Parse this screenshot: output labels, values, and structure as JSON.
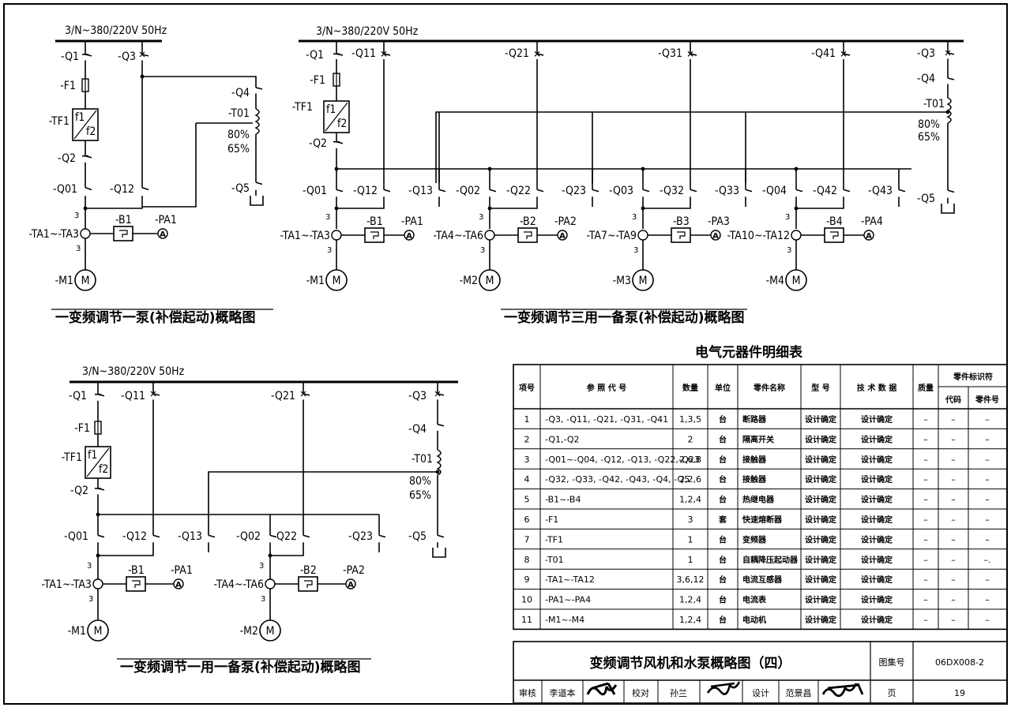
{
  "diagram1": {
    "supply": "3/N~380/220V 50Hz",
    "caption": "一变频调节一泵(补偿起动)概略图",
    "labels": {
      "q1": "-Q1",
      "q3": "-Q3",
      "f1": "-F1",
      "tf1": "-TF1",
      "f1box": "f1",
      "f2box": "f2",
      "q2": "-Q2",
      "q4": "-Q4",
      "t01": "-T01",
      "p80": "80%",
      "p65": "65%",
      "q5": "-Q5",
      "q01": "-Q01",
      "q12": "-Q12",
      "b1": "-B1",
      "pa1": "-PA1",
      "ta": "-TA1~-TA3",
      "m1": "-M1",
      "m": "M",
      "a": "A",
      "three": "3"
    }
  },
  "diagram2": {
    "supply": "3/N~380/220V 50Hz",
    "caption": "一变频调节三用一备泵(补偿起动)概略图",
    "labels": {
      "q1": "-Q1",
      "q11": "-Q11",
      "q21": "-Q21",
      "q31": "-Q31",
      "q41": "-Q41",
      "q3": "-Q3",
      "q4": "-Q4",
      "t01": "-T01",
      "p80": "80%",
      "p65": "65%",
      "q5": "-Q5",
      "f1": "-F1",
      "tf1": "-TF1",
      "f1box": "f1",
      "f2box": "f2",
      "q2": "-Q2",
      "m": "M",
      "a": "A",
      "three": "3"
    },
    "units": [
      {
        "qa": "-Q01",
        "qb": "-Q12",
        "qc": "-Q13",
        "b": "-B1",
        "pa": "-PA1",
        "ta": "-TA1~-TA3",
        "m": "-M1"
      },
      {
        "qa": "-Q02",
        "qb": "-Q22",
        "qc": "-Q23",
        "b": "-B2",
        "pa": "-PA2",
        "ta": "-TA4~-TA6",
        "m": "-M2"
      },
      {
        "qa": "-Q03",
        "qb": "-Q32",
        "qc": "-Q33",
        "b": "-B3",
        "pa": "-PA3",
        "ta": "-TA7~-TA9",
        "m": "-M3"
      },
      {
        "qa": "-Q04",
        "qb": "-Q42",
        "qc": "-Q43",
        "b": "-B4",
        "pa": "-PA4",
        "ta": "-TA10~-TA12",
        "m": "-M4"
      }
    ]
  },
  "diagram3": {
    "supply": "3/N~380/220V 50Hz",
    "caption": "一变频调节一用一备泵(补偿起动)概略图",
    "labels": {
      "q1": "-Q1",
      "q11": "-Q11",
      "q21": "-Q21",
      "q3": "-Q3",
      "f1": "-F1",
      "tf1": "-TF1",
      "f1box": "f1",
      "f2box": "f2",
      "q2": "-Q2",
      "q4": "-Q4",
      "t01": "-T01",
      "p80": "80%",
      "p65": "65%",
      "q5": "-Q5",
      "m": "M",
      "a": "A",
      "three": "3"
    },
    "units": [
      {
        "qa": "-Q01",
        "qb": "-Q12",
        "qc": "-Q13",
        "b": "-B1",
        "pa": "-PA1",
        "ta": "-TA1~-TA3",
        "m": "-M1"
      },
      {
        "qa": "-Q02",
        "qb": "-Q22",
        "qc": "-Q23",
        "b": "-B2",
        "pa": "-PA2",
        "ta": "-TA4~-TA6",
        "m": "-M2"
      }
    ]
  },
  "table": {
    "title": "电气元器件明细表",
    "headers": {
      "no": "项号",
      "ref": "参 照 代 号",
      "qty": "数量",
      "unit": "单位",
      "name": "零件名称",
      "model": "型 号",
      "tech": "技 术 数 据",
      "mass": "质量",
      "ident": "零件标识符",
      "code": "代码",
      "part": "零件号"
    },
    "rows": [
      {
        "no": "1",
        "ref": "-Q3, -Q11, -Q21, -Q31, -Q41",
        "qty": "1,3,5",
        "unit": "台",
        "name": "断路器",
        "model": "设计确定",
        "tech": "设计确定",
        "mass": "–",
        "code": "–",
        "part": "–"
      },
      {
        "no": "2",
        "ref": "-Q1,-Q2",
        "qty": "2",
        "unit": "台",
        "name": "隔离开关",
        "model": "设计确定",
        "tech": "设计确定",
        "mass": "–",
        "code": "–",
        "part": "–"
      },
      {
        "no": "3",
        "ref": "-Q01~-Q04, -Q12, -Q13, -Q22,-Q23",
        "qty": "2,6,8",
        "unit": "台",
        "name": "接触器",
        "model": "设计确定",
        "tech": "设计确定",
        "mass": "–",
        "code": "–",
        "part": "–"
      },
      {
        "no": "4",
        "ref": "-Q32, -Q33, -Q42, -Q43, -Q4, -Q5",
        "qty": "2,2,6",
        "unit": "台",
        "name": "接触器",
        "model": "设计确定",
        "tech": "设计确定",
        "mass": "–",
        "code": "–",
        "part": "–"
      },
      {
        "no": "5",
        "ref": "-B1~-B4",
        "qty": "1,2,4",
        "unit": "台",
        "name": "热继电器",
        "model": "设计确定",
        "tech": "设计确定",
        "mass": "–",
        "code": "–",
        "part": "–"
      },
      {
        "no": "6",
        "ref": "-F1",
        "qty": "3",
        "unit": "套",
        "name": "快速熔断器",
        "model": "设计确定",
        "tech": "设计确定",
        "mass": "–",
        "code": "–",
        "part": "–"
      },
      {
        "no": "7",
        "ref": "-TF1",
        "qty": "1",
        "unit": "台",
        "name": "变频器",
        "model": "设计确定",
        "tech": "设计确定",
        "mass": "–",
        "code": "–",
        "part": "–"
      },
      {
        "no": "8",
        "ref": "-T01",
        "qty": "1",
        "unit": "台",
        "name": "自耦降压起动器",
        "model": "设计确定",
        "tech": "设计确定",
        "mass": "–",
        "code": "–",
        "part": "–."
      },
      {
        "no": "9",
        "ref": "-TA1~-TA12",
        "qty": "3,6,12",
        "unit": "台",
        "name": "电流互感器",
        "model": "设计确定",
        "tech": "设计确定",
        "mass": "–",
        "code": "–",
        "part": "–"
      },
      {
        "no": "10",
        "ref": "-PA1~-PA4",
        "qty": "1,2,4",
        "unit": "台",
        "name": "电流表",
        "model": "设计确定",
        "tech": "设计确定",
        "mass": "–",
        "code": "–",
        "part": "–"
      },
      {
        "no": "11",
        "ref": "-M1~-M4",
        "qty": "1,2,4",
        "unit": "台",
        "name": "电动机",
        "model": "设计确定",
        "tech": "设计确定",
        "mass": "–",
        "code": "–",
        "part": "–"
      }
    ]
  },
  "titleblock": {
    "title": "变频调节风机和水泵概略图（四）",
    "atlas_label": "图集号",
    "atlas_no": "06DX008-2",
    "review_label": "审核",
    "reviewer": "李道本",
    "check_label": "校对",
    "checker": "孙兰",
    "design_label": "设计",
    "designer": "范景昌",
    "page_label": "页",
    "page_no": "19"
  }
}
